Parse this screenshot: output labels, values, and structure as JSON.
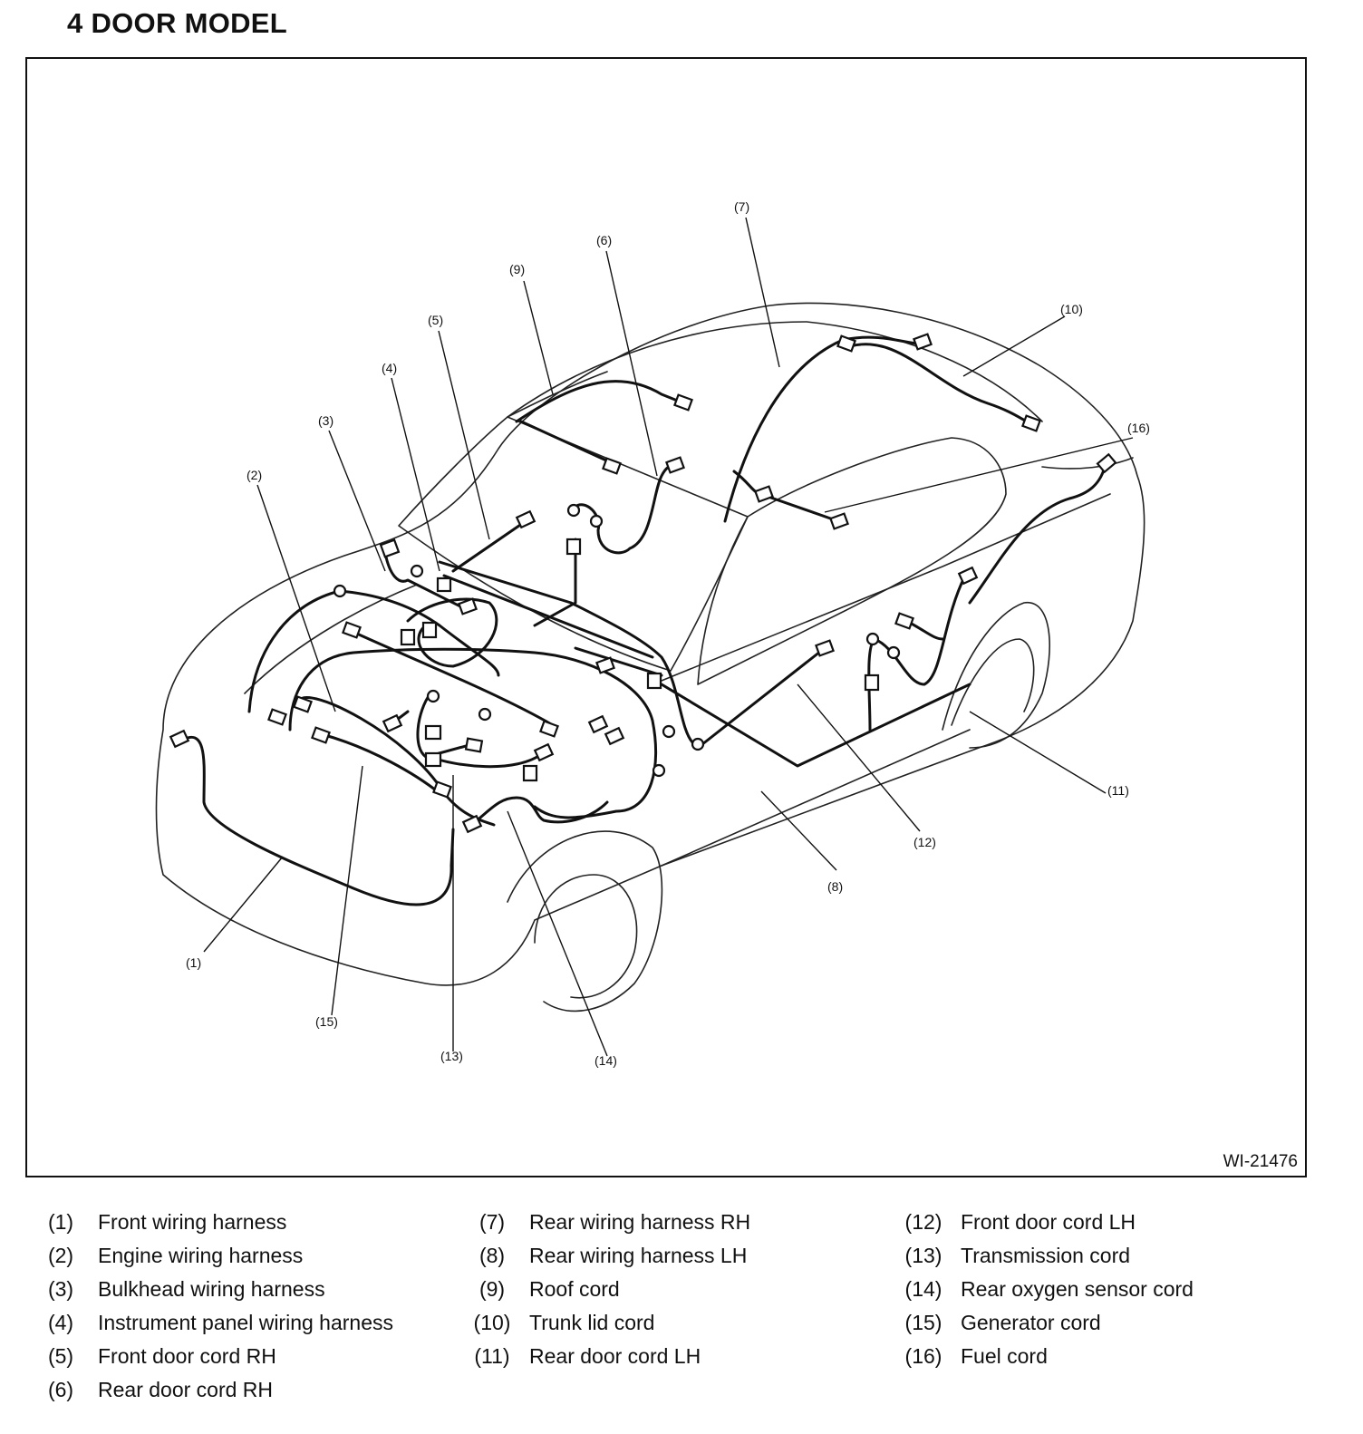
{
  "title": "4 DOOR MODEL",
  "figure_id": "WI-21476",
  "legend": [
    {
      "num": "(1)",
      "label": "Front wiring harness"
    },
    {
      "num": "(2)",
      "label": "Engine wiring harness"
    },
    {
      "num": "(3)",
      "label": "Bulkhead wiring harness"
    },
    {
      "num": "(4)",
      "label": "Instrument panel wiring harness"
    },
    {
      "num": "(5)",
      "label": "Front door cord RH"
    },
    {
      "num": "(6)",
      "label": "Rear door cord RH"
    },
    {
      "num": "(7)",
      "label": "Rear wiring harness RH"
    },
    {
      "num": "(8)",
      "label": "Rear wiring harness LH"
    },
    {
      "num": "(9)",
      "label": "Roof cord"
    },
    {
      "num": "(10)",
      "label": "Trunk lid cord"
    },
    {
      "num": "(11)",
      "label": "Rear door cord LH"
    },
    {
      "num": "(12)",
      "label": "Front door cord LH"
    },
    {
      "num": "(13)",
      "label": "Transmission cord"
    },
    {
      "num": "(14)",
      "label": "Rear oxygen sensor cord"
    },
    {
      "num": "(15)",
      "label": "Generator cord"
    },
    {
      "num": "(16)",
      "label": "Fuel cord"
    }
  ],
  "callouts": [
    "(1)",
    "(2)",
    "(3)",
    "(4)",
    "(5)",
    "(6)",
    "(7)",
    "(8)",
    "(9)",
    "(10)",
    "(11)",
    "(12)",
    "(13)",
    "(14)",
    "(15)",
    "(16)"
  ]
}
